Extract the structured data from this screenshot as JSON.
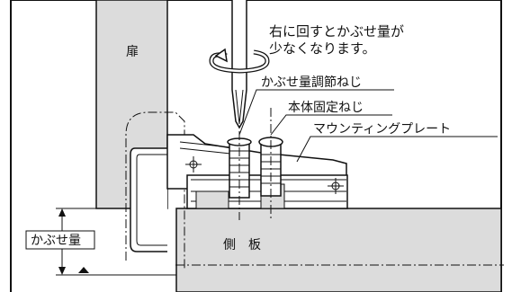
{
  "labels": {
    "door": "扉",
    "side_panel": "側　板",
    "rotation_note_line1": "右に回すとかぶせ量が",
    "rotation_note_line2": "少なくなります。",
    "overlay_adjust_screw": "かぶせ量調節ねじ",
    "body_fixing_screw": "本体固定ねじ",
    "mounting_plate": "マウンティングプレート",
    "overlay_amount": "かぶせ量"
  },
  "icons": {
    "rotation": "rotation-arrow-icon",
    "screwdriver": "screwdriver-icon",
    "reference_mark": "triangle-marker-icon"
  },
  "colors": {
    "panel_fill": "#dcdcdc",
    "line": "#111111",
    "background": "#ffffff"
  }
}
